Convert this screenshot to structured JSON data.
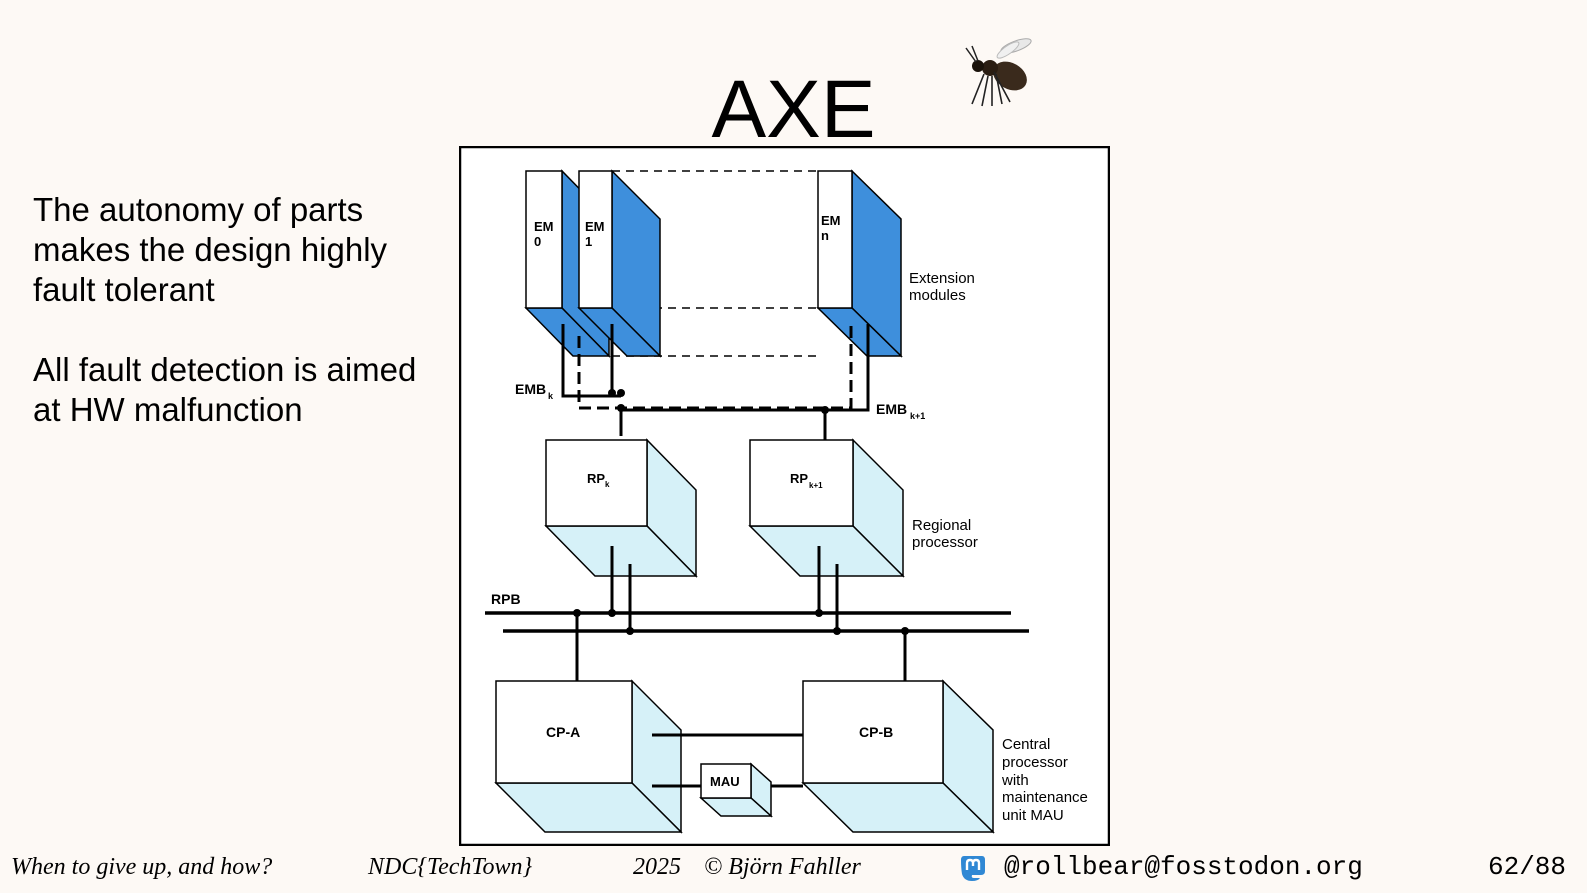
{
  "slide": {
    "title": "AXE",
    "bullets": [
      "The autonomy of parts makes the design highly fault tolerant",
      "All fault detection is aimed at HW malfunction"
    ]
  },
  "diagram": {
    "em_labels": [
      {
        "name": "EM",
        "idx": "0"
      },
      {
        "name": "EM",
        "idx": "1"
      },
      {
        "name": "EM",
        "idx": "n"
      }
    ],
    "ext_label": [
      "Extension",
      "modules"
    ],
    "emb_left": {
      "base": "EMB",
      "sub": "k"
    },
    "emb_right": {
      "base": "EMB",
      "sub": "k+1"
    },
    "rp_left": {
      "base": "RP",
      "sub": "k"
    },
    "rp_right": {
      "base": "RP",
      "sub": "k+1"
    },
    "regional_label": [
      "Regional",
      "processor"
    ],
    "rpb_label": "RPB",
    "cpa_label": "CP-A",
    "cpb_label": "CP-B",
    "mau_label": "MAU",
    "central_label": [
      "Central",
      "processor",
      "with",
      "maintenance",
      "unit MAU"
    ],
    "colors": {
      "em_face": "#3e8fdc",
      "box_face": "#d6f1f8",
      "frame": "#000000"
    }
  },
  "footer": {
    "talk": "When to give up, and how?",
    "conference": "NDC{TechTown}",
    "year": "2025",
    "copyright": "© Björn Fahller",
    "mastodon_icon": "mastodon-icon",
    "handle": "@rollbear@fosstodon.org",
    "page": "62/88"
  }
}
